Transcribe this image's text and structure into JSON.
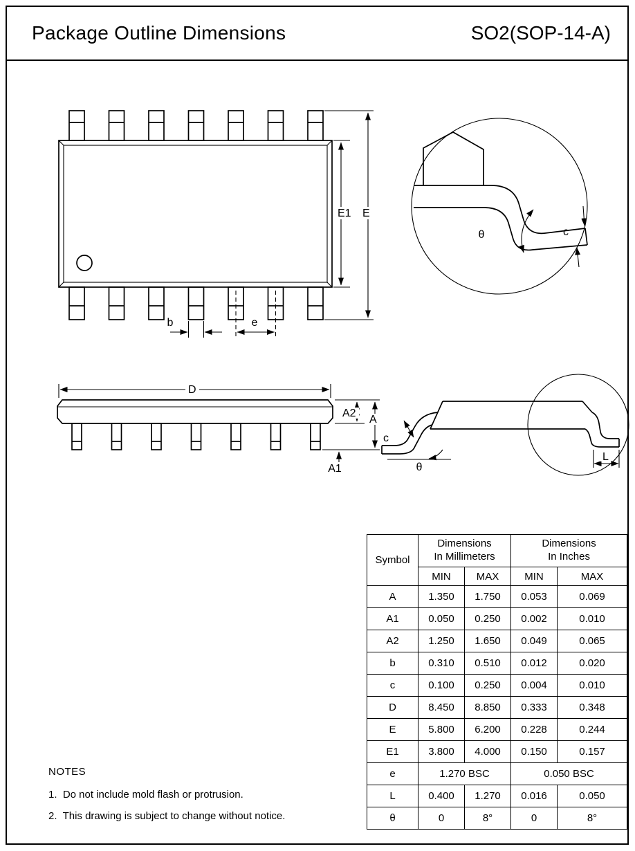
{
  "header": {
    "title": "Package Outline Dimensions",
    "package": "SO2(SOP-14-A)"
  },
  "drawing": {
    "labels": {
      "E1": "E1",
      "E": "E",
      "b": "b",
      "e": "e",
      "theta": "θ",
      "c": "c",
      "D": "D",
      "A2": "A2",
      "A": "A",
      "A1": "A1",
      "L": "L"
    }
  },
  "table": {
    "headers": {
      "symbol": "Symbol",
      "mm": "Dimensions\nIn Millimeters",
      "inches": "Dimensions\nIn Inches",
      "min": "MIN",
      "max": "MAX"
    },
    "rows": [
      {
        "symbol": "A",
        "mm_min": "1.350",
        "mm_max": "1.750",
        "in_min": "0.053",
        "in_max": "0.069"
      },
      {
        "symbol": "A1",
        "mm_min": "0.050",
        "mm_max": "0.250",
        "in_min": "0.002",
        "in_max": "0.010"
      },
      {
        "symbol": "A2",
        "mm_min": "1.250",
        "mm_max": "1.650",
        "in_min": "0.049",
        "in_max": "0.065"
      },
      {
        "symbol": "b",
        "mm_min": "0.310",
        "mm_max": "0.510",
        "in_min": "0.012",
        "in_max": "0.020"
      },
      {
        "symbol": "c",
        "mm_min": "0.100",
        "mm_max": "0.250",
        "in_min": "0.004",
        "in_max": "0.010"
      },
      {
        "symbol": "D",
        "mm_min": "8.450",
        "mm_max": "8.850",
        "in_min": "0.333",
        "in_max": "0.348"
      },
      {
        "symbol": "E",
        "mm_min": "5.800",
        "mm_max": "6.200",
        "in_min": "0.228",
        "in_max": "0.244"
      },
      {
        "symbol": "E1",
        "mm_min": "3.800",
        "mm_max": "4.000",
        "in_min": "0.150",
        "in_max": "0.157"
      },
      {
        "symbol": "e",
        "mm_bsc": "1.270 BSC",
        "in_bsc": "0.050 BSC"
      },
      {
        "symbol": "L",
        "mm_min": "0.400",
        "mm_max": "1.270",
        "in_min": "0.016",
        "in_max": "0.050"
      },
      {
        "symbol": "θ",
        "mm_min": "0",
        "mm_max": "8°",
        "in_min": "0",
        "in_max": "8°"
      }
    ]
  },
  "notes": {
    "title": "NOTES",
    "items": [
      "1.  Do not include mold flash or protrusion.",
      "2.  This drawing is subject to change without notice."
    ]
  }
}
